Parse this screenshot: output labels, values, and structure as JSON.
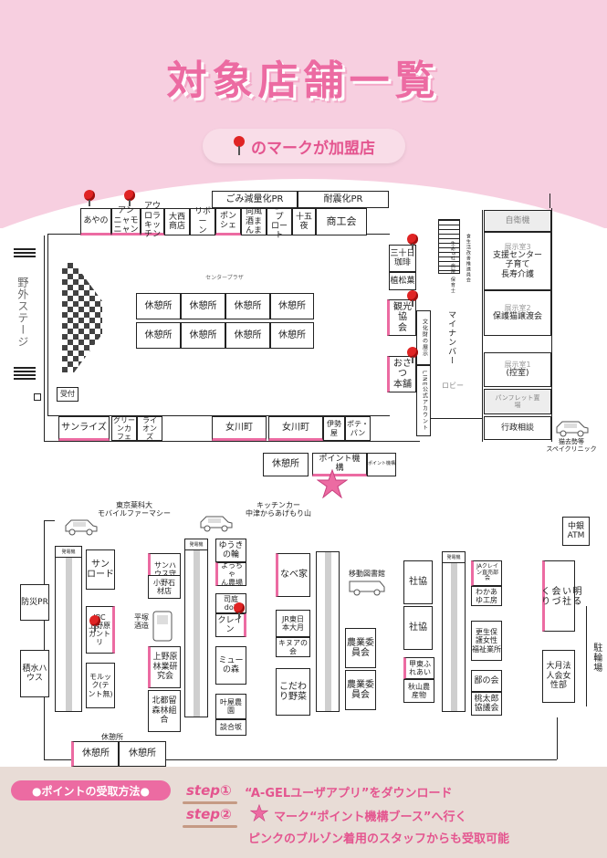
{
  "header": {
    "title": "対象店舗一覧",
    "legend": "のマークが加盟店"
  },
  "top_block": {
    "shops_top": [
      {
        "id": "ayano",
        "label": "あやの"
      },
      {
        "id": "annyamon",
        "label": "アン\nニャモ\nニャン"
      },
      {
        "id": "aurora",
        "label": "アウロラ\nキッチン"
      },
      {
        "id": "onishi",
        "label": "大西\n商店"
      },
      {
        "id": "ribbon",
        "label": "リボー\nン"
      },
      {
        "id": "ponche",
        "label": "ポン\nシェ"
      },
      {
        "id": "mukaikaze",
        "label": "向風\n酒ま\nんま"
      },
      {
        "id": "monpuroto",
        "label": "モンプ\nロート"
      },
      {
        "id": "jugoya",
        "label": "十五\n夜"
      },
      {
        "id": "shokokai",
        "label": "商工会"
      }
    ],
    "gomi": "ごみ減量化PR",
    "taishin": "耐震化PR",
    "center_plaza": "センタープラザ",
    "kyukeijo": "休憩所",
    "uketsuke": "受付",
    "yagai_stage": "野外ステージ",
    "right_shops": {
      "misaki": "三十日\n珈琲",
      "uematsu": "植松菓",
      "kanko": "観光協\n会",
      "bunka": "文化財の展示",
      "osatsu": "おさつ\n本舗",
      "line": "LINE公式アカウント",
      "mynumber": "マイナンバー",
      "lobby": "ロビー",
      "shokuseikatsu": "食生活改善推進員会",
      "seimei": "生命3社 病院 保育士"
    },
    "bottom_shops": {
      "sunrise": "サンライズ",
      "green_cafe": "グリー\nンカ\nフェ",
      "lions": "ライ\nオン\nズ",
      "megawa1": "女川町",
      "megawa2": "女川町",
      "iseya": "伊勢\n屋",
      "pomme": "ポテ・\nパン",
      "kyukei_b": "休憩所",
      "point_kiko": "ポイント機\n構",
      "point_kiko_sm": "ポイント機構"
    },
    "right_rooms": {
      "jiei": "自衛機",
      "tenji3": "展示室3",
      "shien": "支援センター\n子育て\n長寿介護",
      "tenji2": "展示室2",
      "hogo": "保護猫譲渡会",
      "tenji1": "展示室1",
      "hikae": "(控室)",
      "pamphlet": "パンフレット置\n場",
      "gyosei": "行政相談",
      "nekosaru": "猫去勢等\nスペイクリニック"
    }
  },
  "outdoor": {
    "tokyo_yakka": "東京薬科大\nモバイルファーマシー",
    "kitchen_car": "キッチンカー\n中津からあげもり山",
    "bousai": "防災PR",
    "sekisui": "積水ハ\nウス",
    "sunroad": "サン\nロード",
    "jbc": "JBC\n上野原\nカントリ",
    "molekku": "モルッ\nク(テ\nント無)",
    "sanhouse": "サンハ\nウス守\n屋",
    "onoishi": "小野石\n材店",
    "hirazuka": "平塚\n酒造",
    "uenohara_ringyo": "上野原\n林業研\n究会",
    "kitatsuru": "北都留\n森林組\n合",
    "yuuki": "ゆうき\nの輪",
    "yocchan": "よっちゃ\nん農場",
    "shiba": "司庭\ndoll",
    "crane": "クレイ\nン",
    "myu": "ミュー\nの森",
    "kanoh": "叶屋農\n園",
    "danwazaka": "談合坂",
    "nabeya": "なべ家",
    "jr": "JR東日\n本大月",
    "kinoa": "キヌアの\n会",
    "kodawari": "こだわ\nり野菜",
    "idou_tosho": "移動図書館",
    "nogyo1": "農業委\n員会",
    "nogyo2": "農業委\n員会",
    "shakyo1": "社協",
    "shakyo2": "社協",
    "koufureai": "甲東ふ\nれあい",
    "akiyama": "秋山農\n産物",
    "ja": "JAクレイ\nン直売部\n会",
    "wakaba": "わかあ\nゆ工房",
    "kouseiho": "更生保\n護女性\n福祉業所",
    "ume": "鄙の会",
    "momotaro": "桃太郎\n協議会",
    "akarui": "明る\nい社\n会づ\nくり",
    "otsuki_hojin": "大月法\n人会女\n性部",
    "chuugin": "中銀\nATM",
    "parking": "駐輪場",
    "kyukei_label": "休憩所",
    "kyukei1": "休憩所",
    "kyukei2": "休憩所",
    "generator": "発電機"
  },
  "footer": {
    "label": "●ポイントの受取方法●",
    "step1_tag": "step①",
    "step1_text": "“A-GELユーザアプリ”をダウンロード",
    "step2_tag": "step②",
    "step2_text": "マーク“ポイント機構ブース”へ行く",
    "step3_text": "ピンクのブルゾン着用のスタッフからも受取可能"
  },
  "colors": {
    "accent": "#ec6ba2",
    "header_bg": "#f7cfe0",
    "footer_bg": "#e8dcd6",
    "pin": "#e02424"
  }
}
